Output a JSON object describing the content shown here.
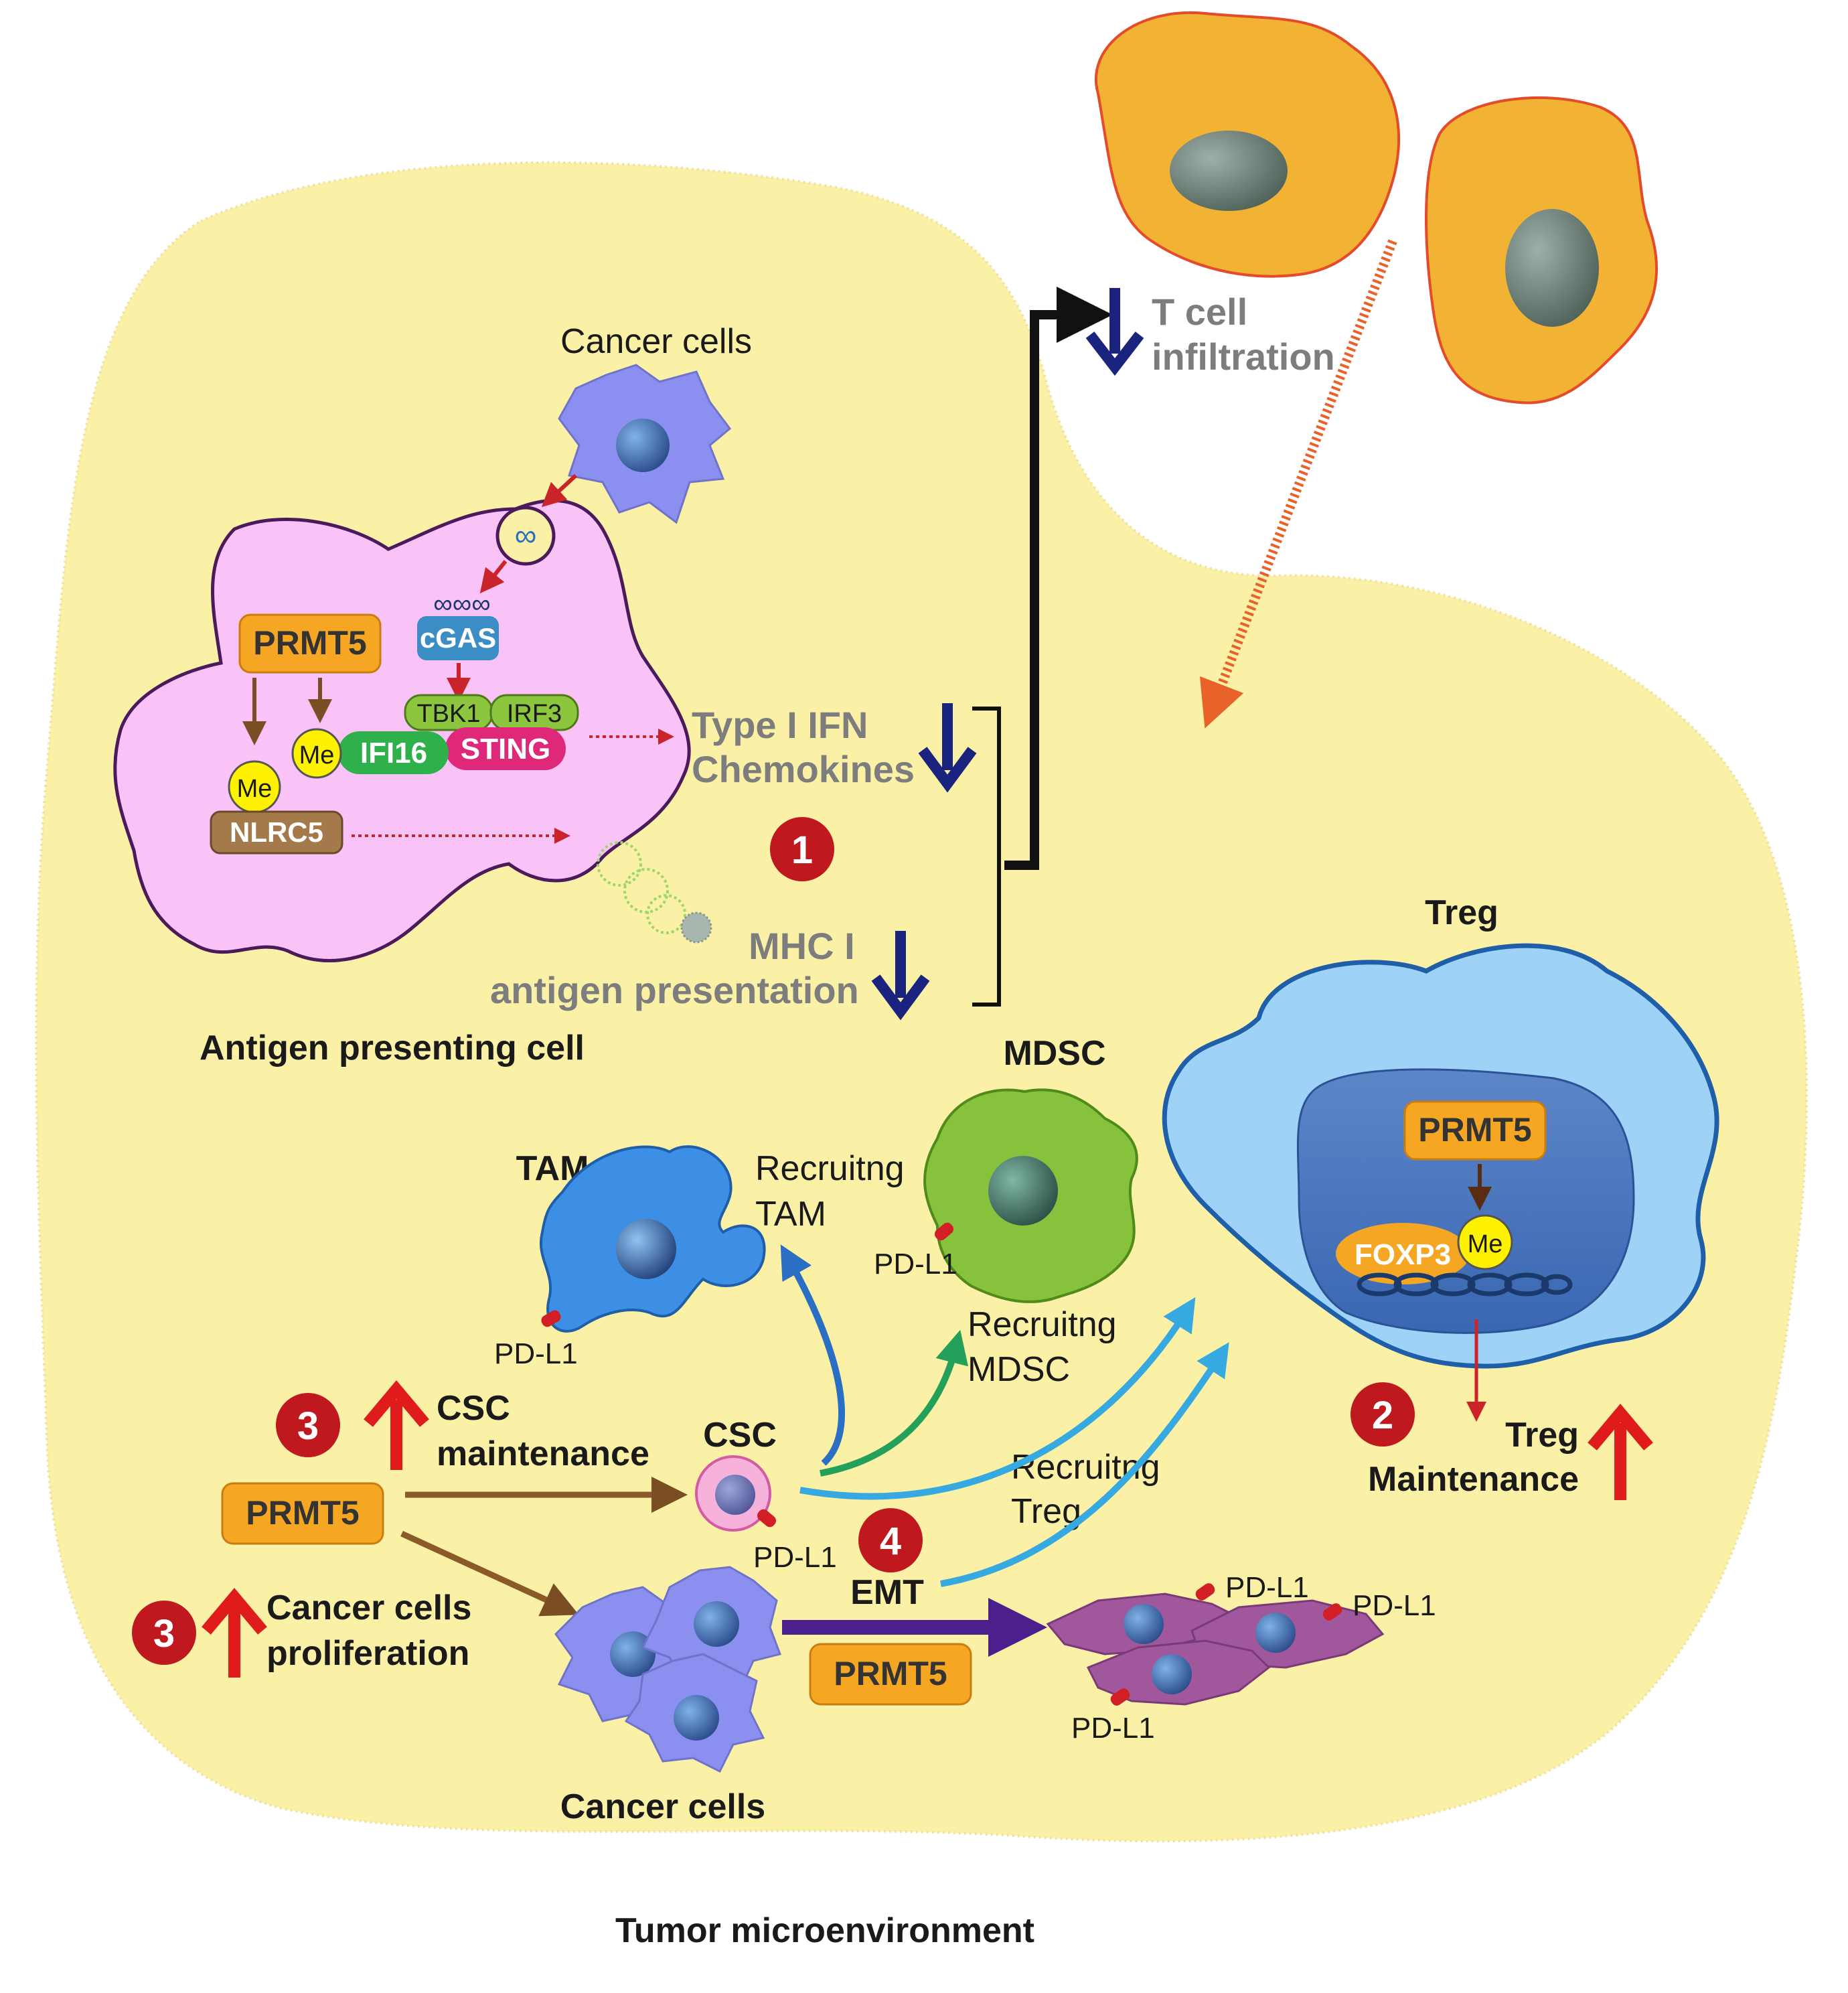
{
  "labels": {
    "tumor_microenvironment": "Tumor microenvironment",
    "antigen_presenting_cell": "Antigen presenting cell",
    "cancer_cells_top": "Cancer cells",
    "cancer_cells_bottom": "Cancer cells",
    "t_cell_line1": "T cell",
    "t_cell_line2": "infiltration",
    "type1_ifn": "Type I IFN",
    "chemokines": "Chemokines",
    "mhc_line1": "MHC I",
    "mhc_line2": "antigen presentation",
    "treg": "Treg",
    "mdsc": "MDSC",
    "tam": "TAM",
    "csc": "CSC",
    "recruit_tam_1": "Recruitng",
    "recruit_tam_2": "TAM",
    "recruit_mdsc_1": "Recruitng",
    "recruit_mdsc_2": "MDSC",
    "recruit_treg_1": "Recruitng",
    "recruit_treg_2": "Treg",
    "csc_maint_1": "CSC",
    "csc_maint_2": "maintenance",
    "prolif_1": "Cancer cells",
    "prolif_2": "proliferation",
    "treg_maint_1": "Treg",
    "treg_maint_2": "Maintenance",
    "emt": "EMT"
  },
  "pills": {
    "prmt5_apc": "PRMT5",
    "prmt5_treg": "PRMT5",
    "prmt5_left": "PRMT5",
    "prmt5_emt": "PRMT5",
    "cgas": "cGAS",
    "tbk1": "TBK1",
    "irf3": "IRF3",
    "sting": "STING",
    "ifi16": "IFI16",
    "nlrc5": "NLRC5",
    "foxp3": "FOXP3",
    "me": "Me"
  },
  "pdl1": {
    "tam": "PD-L1",
    "mdsc": "PD-L1",
    "csc": "PD-L1",
    "emt_top": "PD-L1",
    "emt_right": "PD-L1",
    "emt_bottom": "PD-L1"
  },
  "badges": {
    "b1": "1",
    "b2": "2",
    "b3a": "3",
    "b3b": "3",
    "b4": "4"
  },
  "colors": {
    "tme_fill": "#fbf1a6",
    "apc_fill": "#f9c3f7",
    "prmt5_fill": "#f5a623",
    "badge_red": "#c0181f",
    "down_arrow": "#1a237e",
    "up_arrow": "#e01b1b",
    "tcell_fill": "#f2b233",
    "treg_fill": "#9fd2f7",
    "mdsc_fill": "#86c23b",
    "tam_fill": "#3d8fe6",
    "cancer_fill": "#8b8ff0",
    "emt_fill": "#a0579c"
  }
}
